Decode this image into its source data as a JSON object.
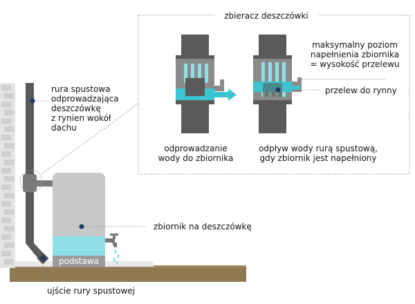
{
  "colors": {
    "pipe": "#5a5a5a",
    "pipe_light": "#8a8a8a",
    "tank": "#c8c8c8",
    "water": "#8fe0e6",
    "water_accent": "#3cc4cf",
    "ground": "#8f7a52",
    "wall": "#d2d2d2",
    "marker": "#1f3a63"
  },
  "icons": [
    "wall-bricks",
    "downpipe",
    "rain-collector",
    "water-tank",
    "tap",
    "water-drops",
    "flow-arrow"
  ],
  "labels": {
    "collector_title": "zbieracz deszczówki",
    "max_level": "maksymalny poziom\nnapełnienia zbiornika\n= wysokość przelewu",
    "overflow": "przelew do rynny",
    "downpipe": "rura spustowa\nodprowadzająca\ndeszczówkę\nz rynien wokół\ndachu",
    "to_tank": "odprowadzanie\nwody do zbiornika",
    "to_pipe": "odpływ wody rurą spustową,\ngdy zbiornik jest napełniony",
    "tank": "zbiornik na deszczówkę",
    "base": "podstawa",
    "outlet": "ujście rury spustowej"
  }
}
